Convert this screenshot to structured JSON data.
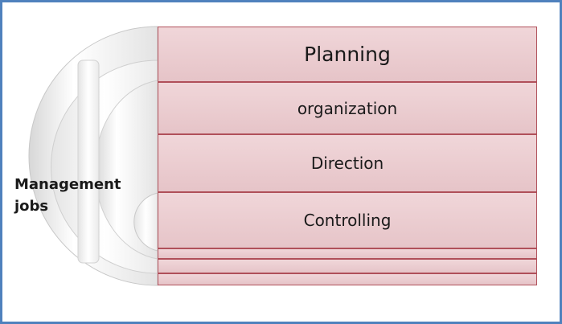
{
  "diagram": {
    "center_label_line1": "Management",
    "center_label_line2": "jobs",
    "layers": [
      {
        "label": "Planning"
      },
      {
        "label": "organization"
      },
      {
        "label": "Direction"
      },
      {
        "label": "Controlling"
      },
      {
        "label": ""
      },
      {
        "label": ""
      },
      {
        "label": ""
      }
    ]
  },
  "colors": {
    "frame_border": "#4f81bd",
    "layer_fill": "#ecd0d4",
    "layer_border": "#b0505a",
    "arc_fill": "#e9e9e9"
  }
}
